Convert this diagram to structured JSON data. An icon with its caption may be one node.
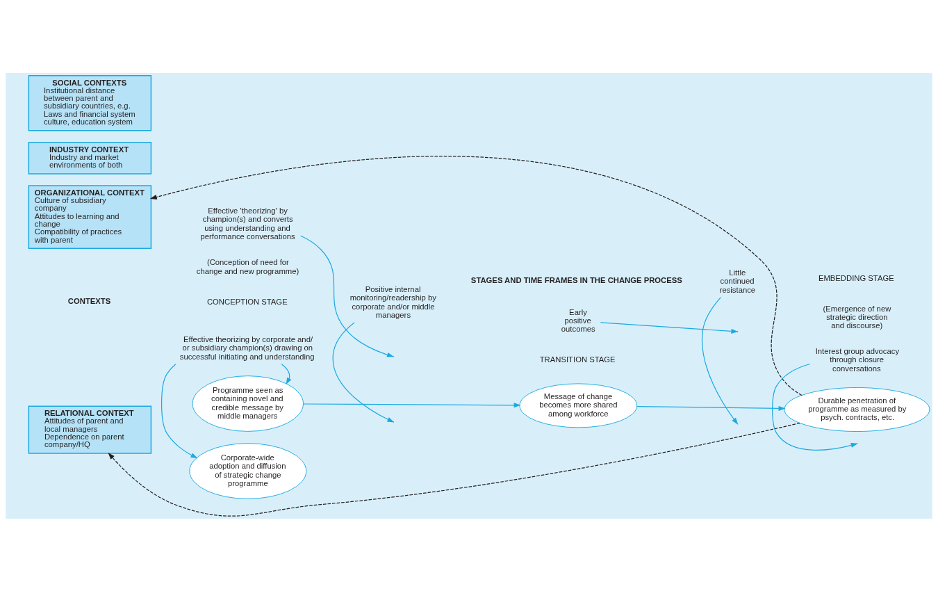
{
  "diagram": {
    "nodes": [
      {
        "text": [
          "SOCIAL CONTEXTS",
          "Institutional distance between parent and subsidiary countries, e.g. Laws and financial system culture, education system"
        ]
      },
      {
        "text": [
          "INDUSTRY CONTEXT",
          "Industry and market environments of both"
        ]
      },
      {
        "text": [
          "ORGANIZATIONAL CONTEXT",
          "Culture of subsidiary company",
          "Attitudes to learning and change",
          "Compatibility of practices with parent"
        ]
      },
      {
        "text": [
          "RELATIONAL CONTEXT",
          "Attitudes of parent and local managers",
          "Dependence on parent company/HQ"
        ]
      },
      {
        "text": [
          "Corporate-wide adoption and diffusion of strategic change programme"
        ]
      },
      {
        "text": [
          "Effective theorizing by corporate and/ or subsidiary champion(s) drawing on successful initiating and understanding"
        ]
      },
      {
        "text": [
          "Programme seen as containing novel and credible message by middle managers"
        ]
      },
      {
        "text": [
          "Message of change becomes more shared among workforce"
        ]
      },
      {
        "text": [
          "Durable penetration of programme as measured by psych. contracts, etc."
        ]
      },
      {
        "text": [
          "Effective 'theorizing' by champion(s) and converts using understanding and performance conversations"
        ]
      },
      {
        "text": [
          "Positive internal monitoring/readership by corporate and/or middle managers"
        ]
      },
      {
        "text": [
          "Early positive outcomes"
        ]
      },
      {
        "text": [
          "Little continued resistance"
        ]
      },
      {
        "text": [
          "Interest group advocacy through closure conversations"
        ]
      }
    ],
    "edges": [
      {
        "from": 5,
        "to": 4,
        "arrow": "to"
      },
      {
        "from": 5,
        "to": 6,
        "arrow": "to"
      },
      {
        "from": 6,
        "to": 7,
        "arrow": "to"
      },
      {
        "from": 9,
        "to": null,
        "arrow": "to"
      },
      {
        "from": 10,
        "to": null,
        "arrow": "to"
      },
      {
        "from": 7,
        "to": 8,
        "arrow": "to"
      },
      {
        "from": 11,
        "to": null,
        "arrow": "to"
      },
      {
        "from": 12,
        "to": null,
        "arrow": "to"
      },
      {
        "from": 13,
        "to": null,
        "arrow": "to"
      },
      {
        "from": 8,
        "to": 2,
        "arrow": "to",
        "style": "dashed",
        "color": "#231f20"
      },
      {
        "from": 8,
        "to": 3,
        "arrow": "to",
        "style": "dashed",
        "color": "#231f20"
      }
    ],
    "labels": [
      "CONTEXTS",
      "STAGES AND TIME FRAMES IN THE CHANGE PROCESS",
      "CONCEPTION STAGE",
      "(Conception of need for change and new programme)",
      "TRANSITION STAGE",
      "EMBEDDING STAGE",
      "(Emergence of new strategic direction and discourse)"
    ]
  }
}
